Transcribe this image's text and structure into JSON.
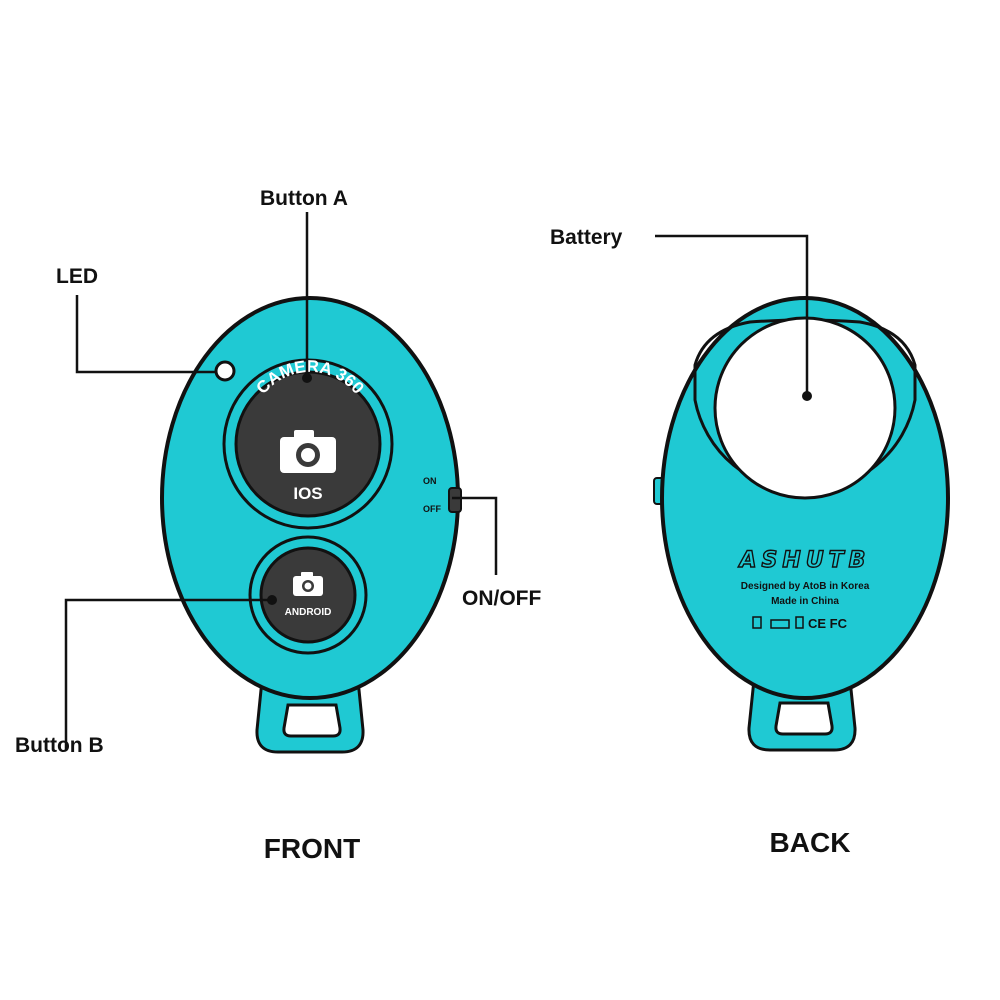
{
  "colors": {
    "device": "#1fc9d3",
    "button": "#3a3a3a",
    "outline": "#111111",
    "background": "#ffffff"
  },
  "labels": {
    "button_a": "Button A",
    "led": "LED",
    "button_b": "Button B",
    "on_off": "ON/OFF",
    "battery": "Battery",
    "front": "FRONT",
    "back": "BACK"
  },
  "front": {
    "button_a": {
      "top_text": "CAMERA 360",
      "icon": "camera-icon",
      "bottom_text": "IOS"
    },
    "button_b": {
      "icon": "camera-icon",
      "bottom_text": "ANDROID"
    },
    "switch": {
      "on": "ON",
      "off": "OFF"
    }
  },
  "back": {
    "brand": "ASHUTB",
    "designed": "Designed by AtoB in Korea",
    "made": "Made in China",
    "marks": "CE FC"
  }
}
